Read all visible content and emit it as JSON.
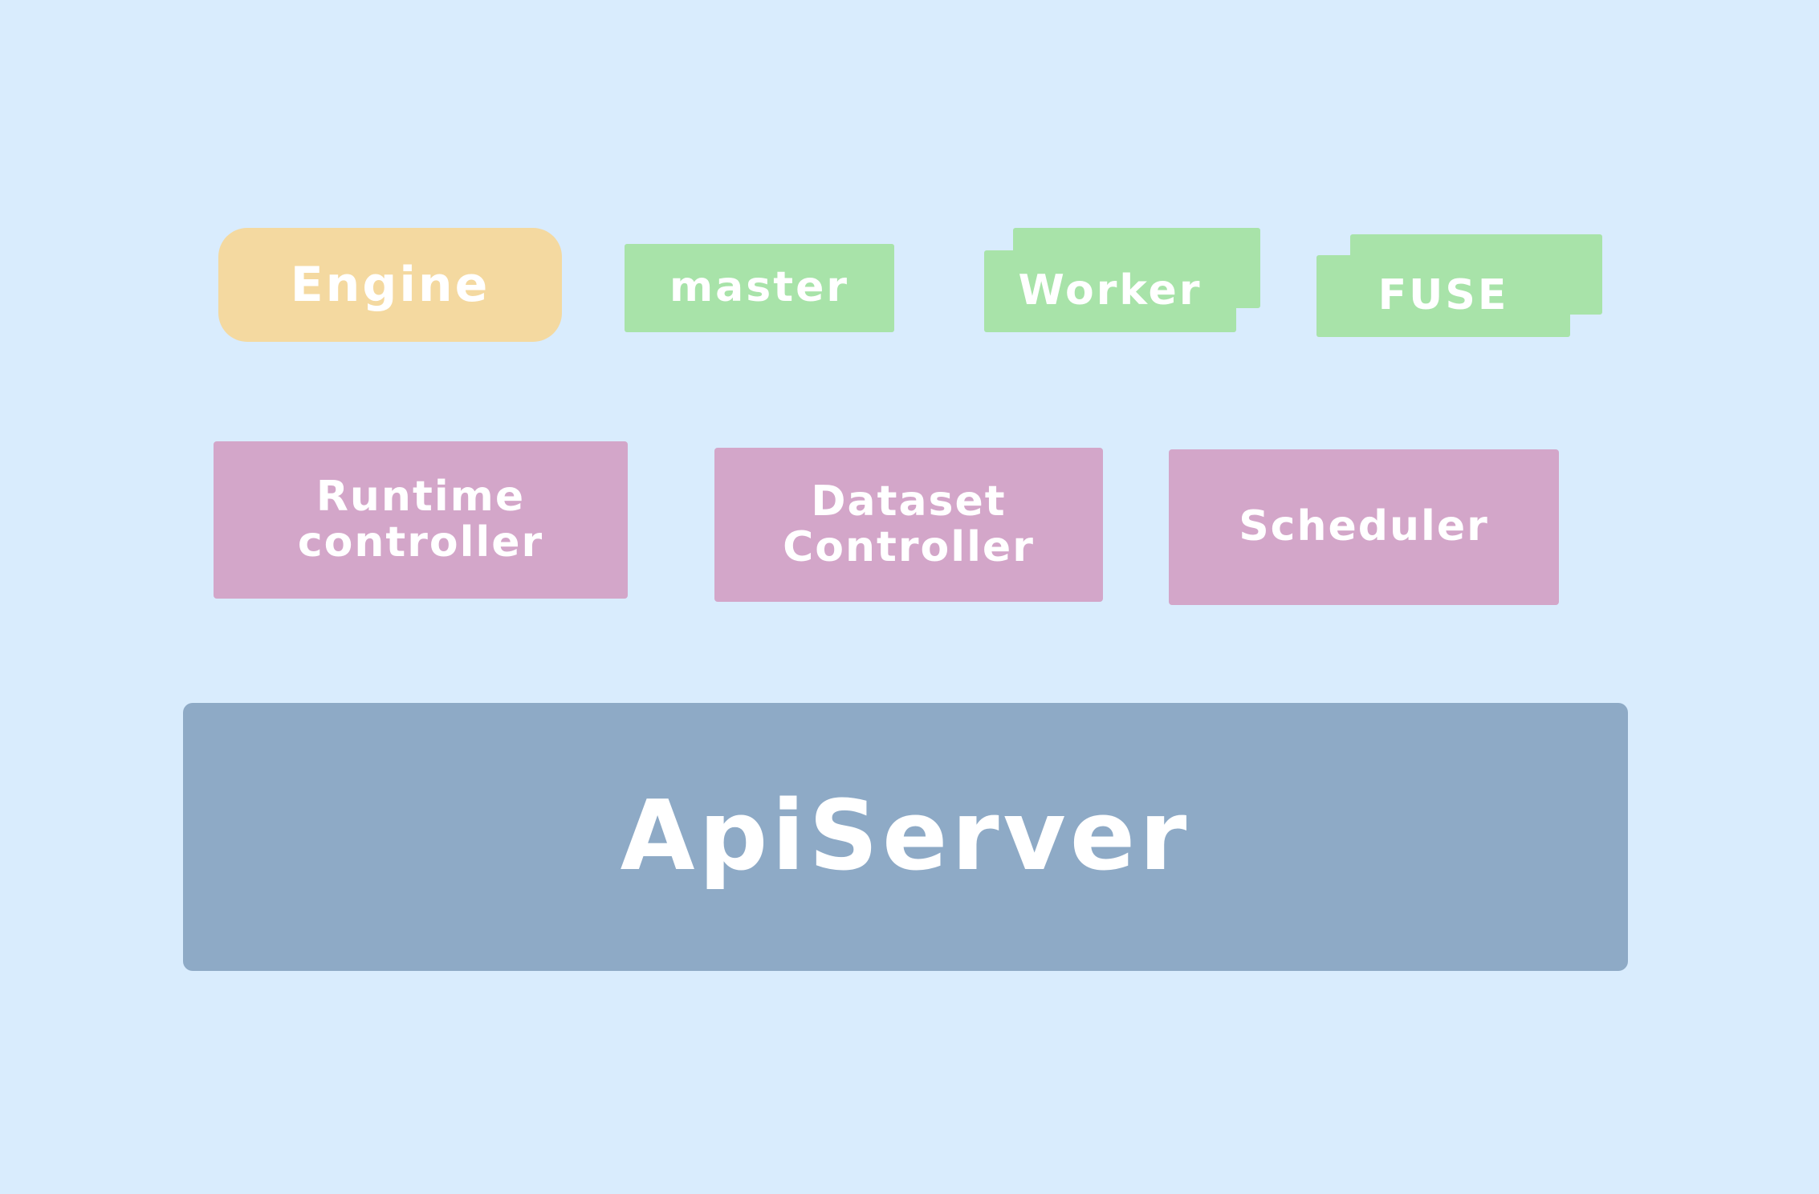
{
  "diagram": {
    "engine": {
      "label": "Engine"
    },
    "components": [
      {
        "label": "master"
      },
      {
        "label": "Worker"
      },
      {
        "label": "FUSE"
      }
    ],
    "controllers": [
      {
        "line1": "Runtime",
        "line2": "controller"
      },
      {
        "line1": "Dataset",
        "line2": "Controller"
      },
      {
        "line1": "Scheduler"
      }
    ],
    "apiserver": {
      "label": "ApiServer"
    }
  },
  "colors": {
    "background": "#d9ecfd",
    "engine": "#f4d9a0",
    "component": "#a8e3a9",
    "controller": "#d3a6c9",
    "apiserver": "#8eaac6",
    "text": "#ffffff"
  }
}
